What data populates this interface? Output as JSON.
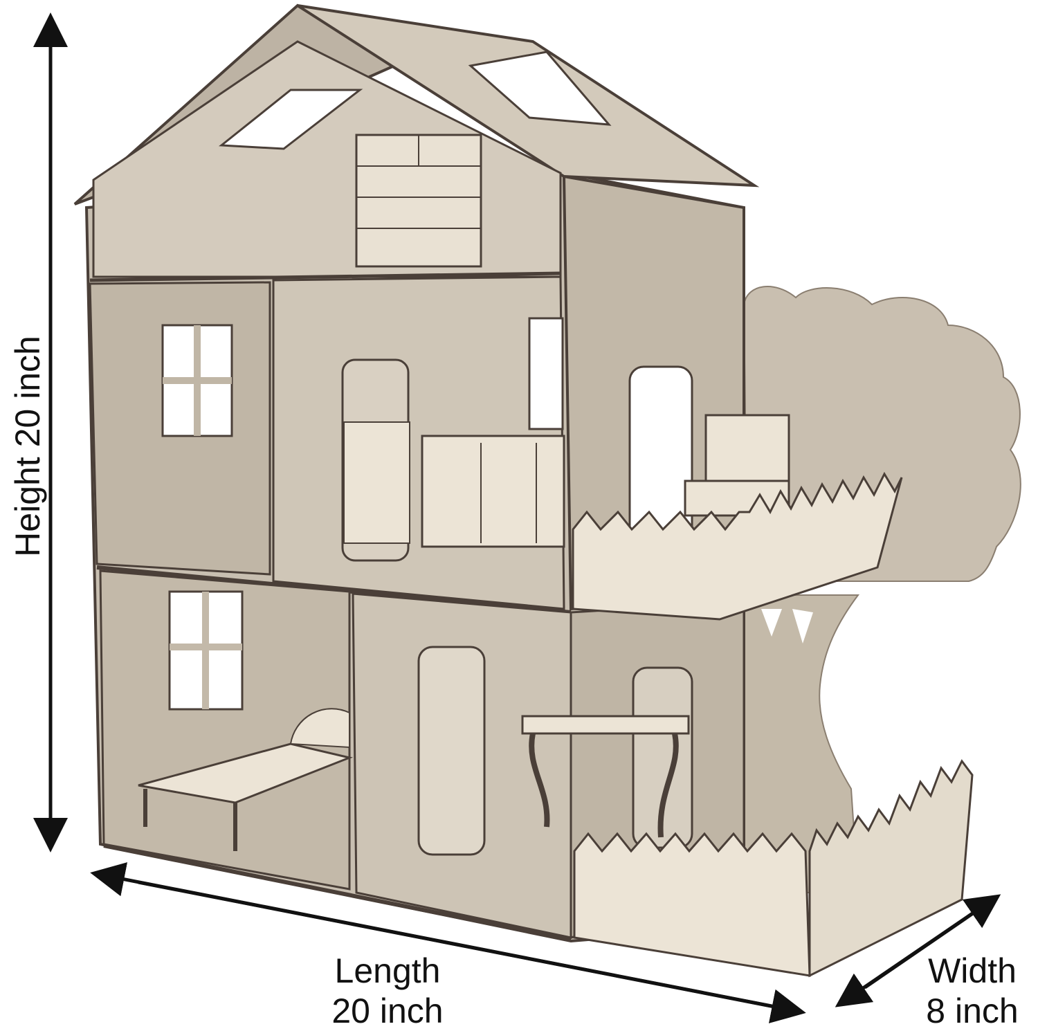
{
  "dimensions": {
    "height": "Height 20 inch",
    "length": {
      "line1": "Length",
      "line2": "20 inch"
    },
    "width": {
      "line1": "Width",
      "line2": "8 inch"
    }
  },
  "colors": {
    "mdf": "#c8bfb1",
    "mdf_dark": "#a99f90",
    "edge": "#4a3f38",
    "fence": "#ece4d6",
    "furniture": "#e9e1d3",
    "arrow": "#111111"
  }
}
